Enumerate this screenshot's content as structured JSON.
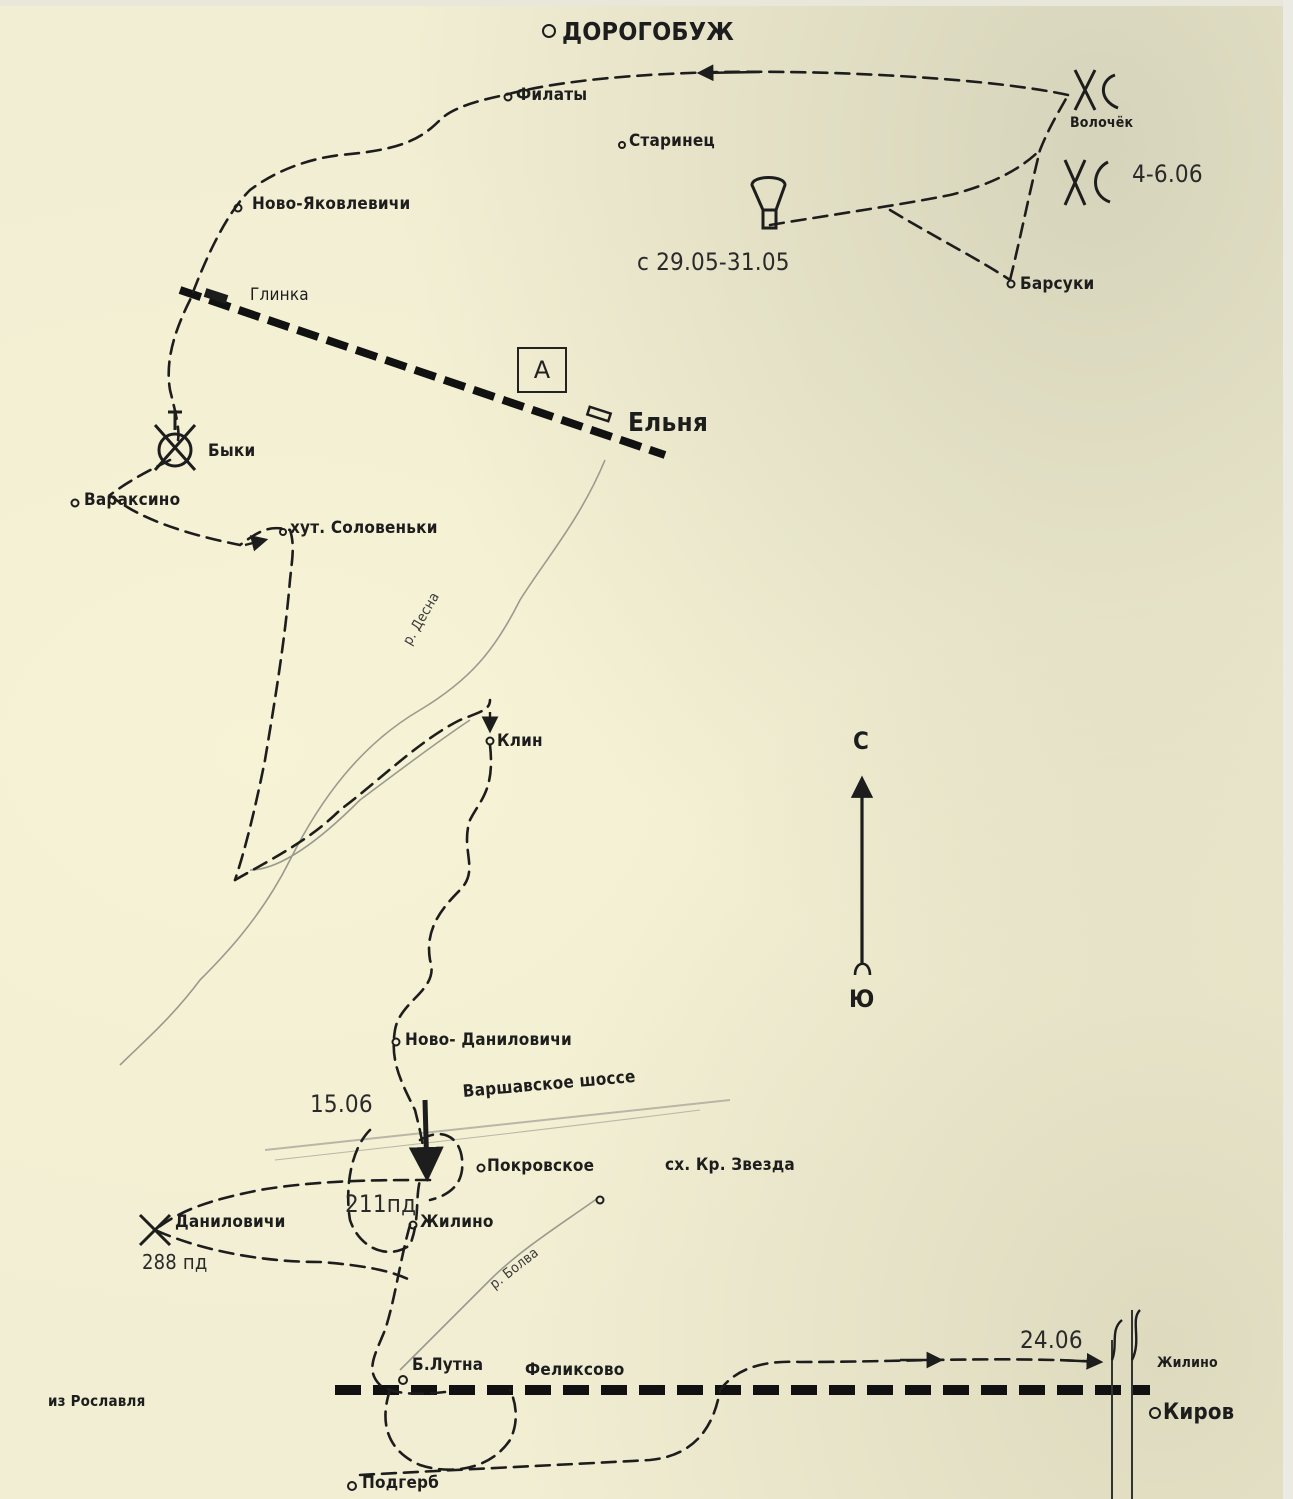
{
  "title": "",
  "labels": {
    "dorogobuzh": "ДОРОГОБУЖ",
    "filaty": "Филаты",
    "starinets": "Старинец",
    "volochek": "Волочёк",
    "date_46": "4-6.06",
    "novo_yakovlevichi": "Ново-Яковлевичи",
    "date_2905": "с 29.05-31.05",
    "barsuki": "Барсуки",
    "glinka": "Глинка",
    "box_a": "А",
    "elnya": "Ельня",
    "byki": "Быки",
    "varaksino": "Вараксино",
    "solovenki": "хут. Соловеньки",
    "river_desna": "р. Десна",
    "klin": "Клин",
    "compass_n": "С",
    "compass_s": "Ю",
    "novo_danilovichi": "Ново- Даниловичи",
    "date_1506": "15.06",
    "varshavskoe": "Варшавское шоссе",
    "pokrovskoe": "Покровское",
    "kr_zvezda": "сх. Кр. Звезда",
    "div_211": "211пд",
    "danilovichi": "Даниловичи",
    "zhilino": "Жилино",
    "div_288": "288 пд",
    "river_lower": "р. Болва",
    "date_2406": "24.06",
    "b_lutna": "Б.Лутна",
    "feliksovo": "Феликсово",
    "zhilino_east": "Жилино",
    "kirov": "Киров",
    "iz_roslavlya": "из Рославля",
    "podgerb": "Подгерб"
  },
  "colors": {
    "ink": "#1d1d1d",
    "paper": "#f2eed3",
    "river": "#9a9a8e"
  }
}
